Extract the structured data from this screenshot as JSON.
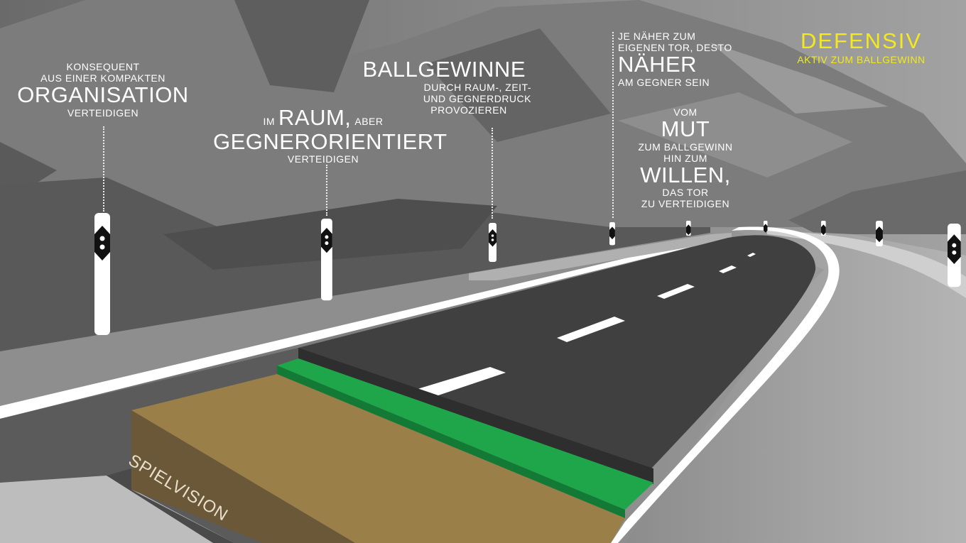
{
  "title": {
    "main": "DEFENSIV",
    "sub": "AKTIV ZUM BALLGEWINN"
  },
  "foundation_label": "SPIELVISION",
  "principles": [
    {
      "lines_before": [
        "KONSEQUENT",
        "AUS EINER KOMPAKTEN"
      ],
      "keyword": "ORGANISATION",
      "lines_after": [
        "VERTEIDIGEN"
      ]
    },
    {
      "prefix": "IM",
      "keyword": "RAUM,",
      "suffix": "ABER",
      "keyword2": "GEGNERORIENTIERT",
      "lines_after": [
        "VERTEIDIGEN"
      ]
    },
    {
      "keyword": "BALLGEWINNE",
      "lines_after": [
        "DURCH RAUM-, ZEIT-",
        "UND GEGNERDRUCK",
        "PROVOZIEREN"
      ]
    },
    {
      "lines_before": [
        "JE NÄHER ZUM",
        "EIGENEN TOR, DESTO"
      ],
      "keyword": "NÄHER",
      "lines_after": [
        "AM GEGNER SEIN"
      ]
    },
    {
      "line1": "VOM",
      "keyword": "MUT",
      "line2": "ZUM BALLGEWINN",
      "line3": "HIN ZUM",
      "keyword2": "WILLEN,",
      "line4": "DAS TOR",
      "line5": "ZU VERTEIDIGEN"
    }
  ],
  "colors": {
    "accent": "#f3e91c",
    "green": "#1fa64a",
    "earth": "#9a8048"
  }
}
